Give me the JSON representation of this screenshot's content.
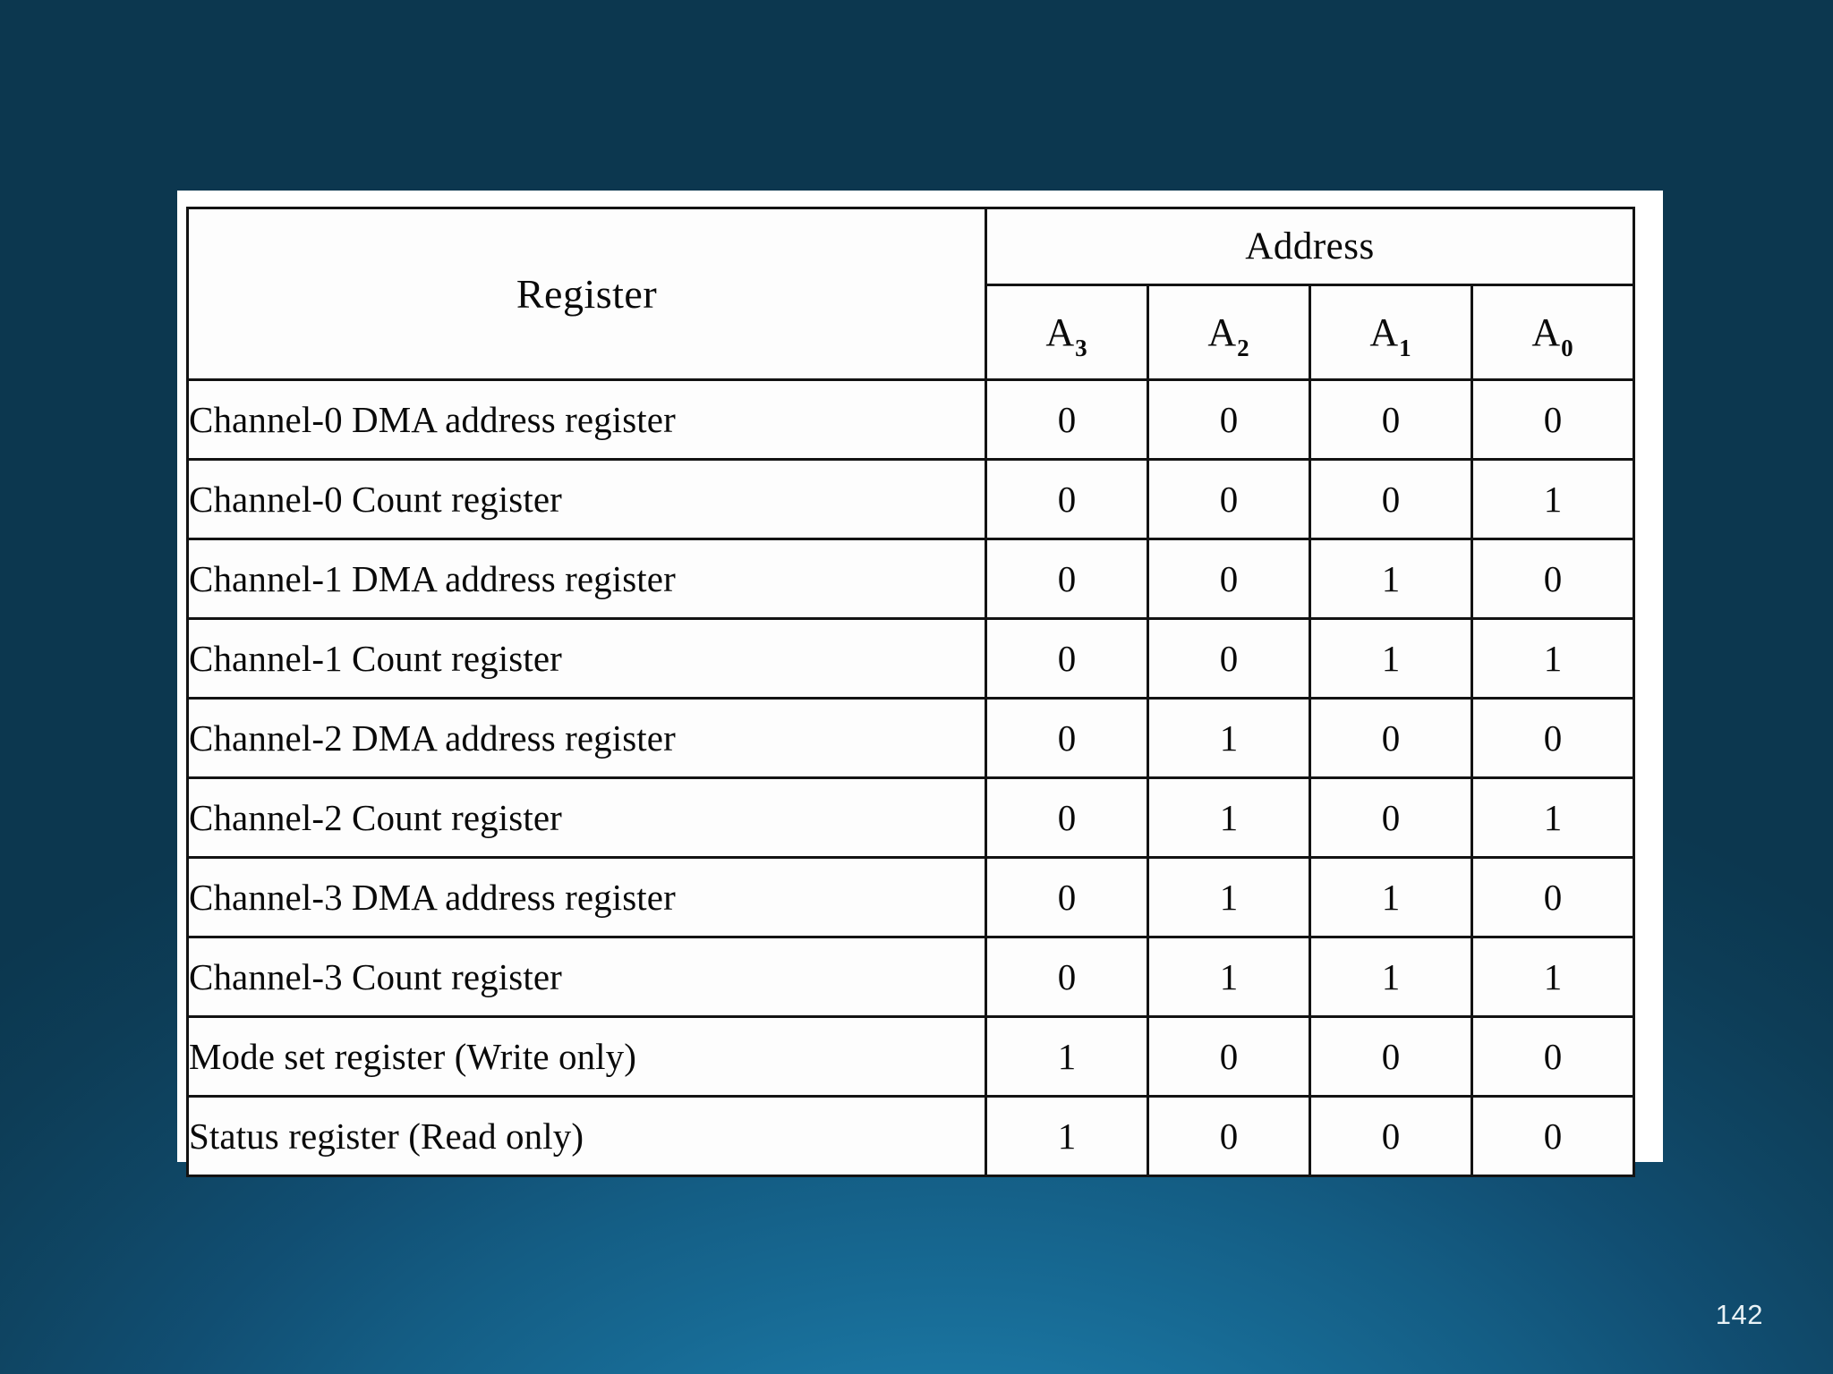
{
  "slide": {
    "page_number": "142",
    "background_color_dark": "#0c374f",
    "background_color_light": "#2a8ab4",
    "paper_color": "#ffffff",
    "ink_color": "#111111"
  },
  "table": {
    "header": {
      "register_label": "Register",
      "address_label": "Address",
      "bit_columns": [
        {
          "base": "A",
          "sub": "3"
        },
        {
          "base": "A",
          "sub": "2"
        },
        {
          "base": "A",
          "sub": "1"
        },
        {
          "base": "A",
          "sub": "0"
        }
      ]
    },
    "rows": [
      {
        "name": "Channel-0 DMA address register",
        "a3": "0",
        "a2": "0",
        "a1": "0",
        "a0": "0"
      },
      {
        "name": "Channel-0 Count register",
        "a3": "0",
        "a2": "0",
        "a1": "0",
        "a0": "1"
      },
      {
        "name": "Channel-1 DMA address register",
        "a3": "0",
        "a2": "0",
        "a1": "1",
        "a0": "0"
      },
      {
        "name": "Channel-1 Count register",
        "a3": "0",
        "a2": "0",
        "a1": "1",
        "a0": "1"
      },
      {
        "name": "Channel-2 DMA address register",
        "a3": "0",
        "a2": "1",
        "a1": "0",
        "a0": "0"
      },
      {
        "name": "Channel-2 Count register",
        "a3": "0",
        "a2": "1",
        "a1": "0",
        "a0": "1"
      },
      {
        "name": "Channel-3 DMA address register",
        "a3": "0",
        "a2": "1",
        "a1": "1",
        "a0": "0"
      },
      {
        "name": "Channel-3 Count register",
        "a3": "0",
        "a2": "1",
        "a1": "1",
        "a0": "1"
      },
      {
        "name": "Mode set register (Write only)",
        "a3": "1",
        "a2": "0",
        "a1": "0",
        "a0": "0"
      },
      {
        "name": "Status register (Read only)",
        "a3": "1",
        "a2": "0",
        "a1": "0",
        "a0": "0"
      }
    ]
  }
}
